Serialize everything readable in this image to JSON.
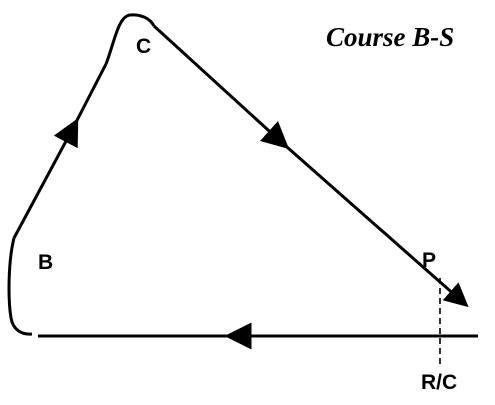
{
  "title": "Course  B-S",
  "labels": {
    "c": "C",
    "b": "B",
    "p": "P",
    "rc": "R/C"
  },
  "colors": {
    "ink": "#000000",
    "background": "#ffffff"
  }
}
